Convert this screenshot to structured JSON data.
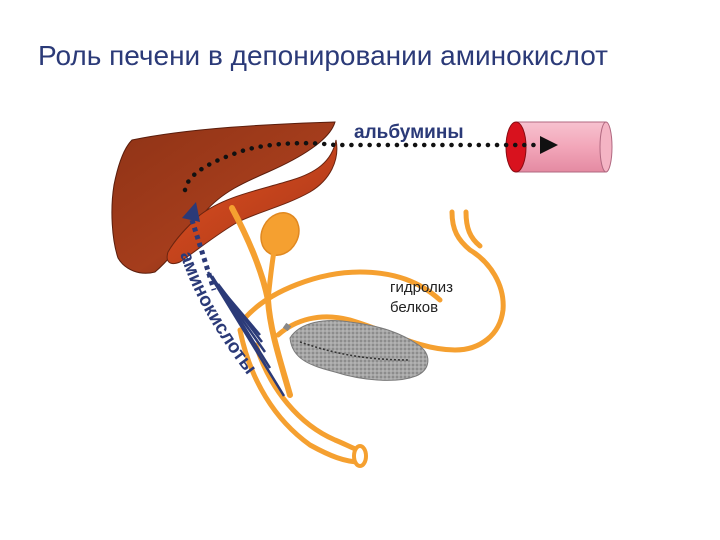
{
  "title": "Роль печени в депонировании аминокислот",
  "labels": {
    "albumins": "альбумины",
    "hydrolysis_line1": "гидролиз",
    "hydrolysis_line2": "белков",
    "amino_acids": "аминокислоты"
  },
  "colors": {
    "title": "#2b3a78",
    "liver": "#9c3a1c",
    "liver_lobe": "#c8401a",
    "gallbladder": "#f5a030",
    "ducts": "#f5a030",
    "pancreas": "#a0a0a0",
    "vessel": "#f2a6b9",
    "vessel_end": "#d8121e",
    "arrows": "#2b3a78",
    "dotted_path": "#111111"
  }
}
